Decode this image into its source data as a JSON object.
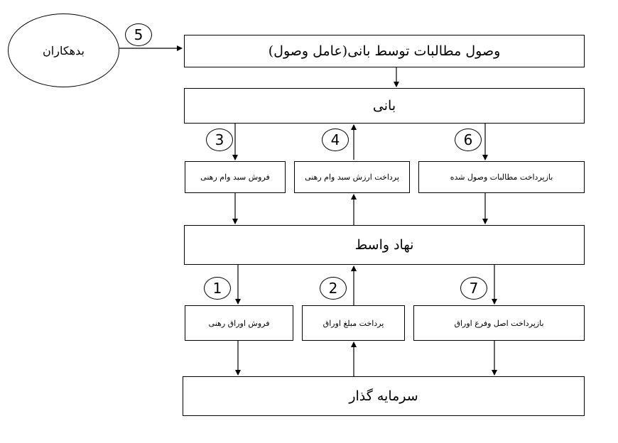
{
  "debtors": "بدهکاران",
  "collection": "وصول مطالبات توسط بانی(عامل وصول)",
  "originator": "بانی",
  "sell_pool": "فروش سبد وام رهنی",
  "pay_pool_value": "پرداخت ارزش سبد وام رهنی",
  "repay_collected": "بازپرداخت مطالبات وصول شده",
  "spv": "نهاد واسط",
  "sell_securities": "فروش اوراق رهنی",
  "pay_securities_amount": "پرداخت مبلغ اوراق",
  "repay_principal_interest": "بازپرداخت اصل وفرع اوراق",
  "investor": "سرمایه گذار",
  "steps": [
    "1",
    "2",
    "3",
    "4",
    "5",
    "6",
    "7"
  ]
}
